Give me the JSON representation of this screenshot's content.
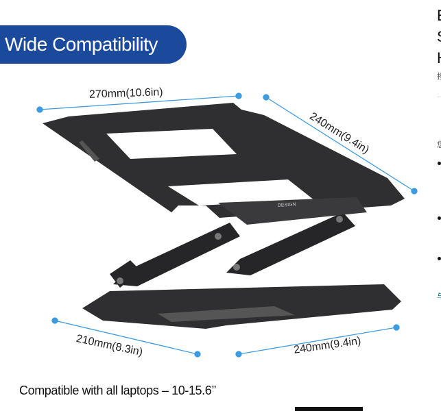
{
  "product_image": {
    "banner": "Wide Compatibility",
    "dimensions": {
      "top_width": "270mm(10.6in)",
      "top_depth": "240mm(9.4in)",
      "base_left": "210mm(8.3in)",
      "base_right": "240mm(9.4in)"
    },
    "stand_label": "DESIGN",
    "caption": "Compatible with all laptops – 10-15.6’’",
    "colors": {
      "banner": "#1b4a9c",
      "dimension_line": "#3d9be0",
      "stand": "#2f2f31"
    }
  },
  "right_panel": {
    "title_lines": [
      "E",
      "S",
      "H"
    ],
    "subtitle": "担",
    "section_label": "您",
    "link": "与"
  }
}
